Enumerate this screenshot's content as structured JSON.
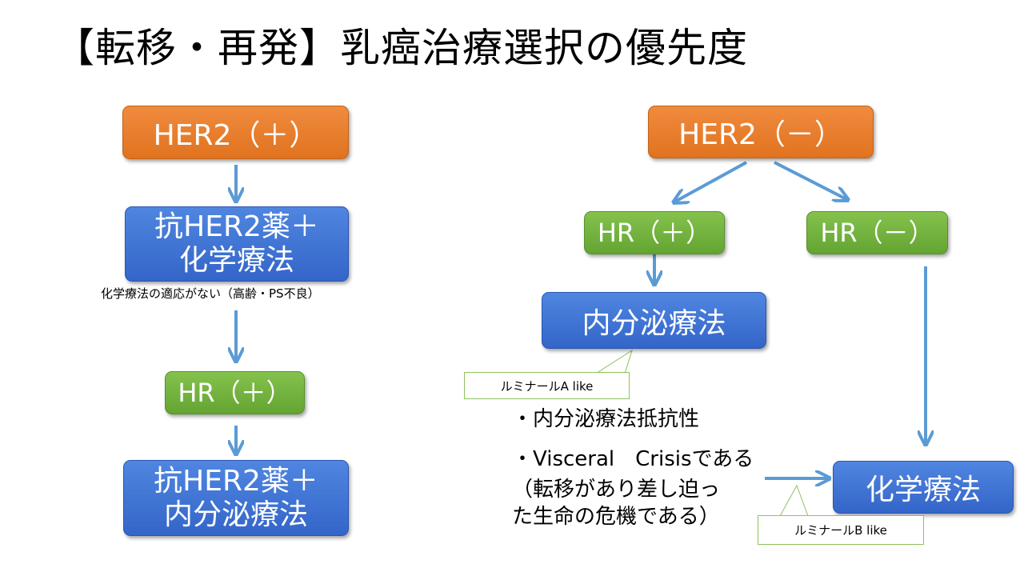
{
  "title": "【転移・再発】乳癌治療選択の優先度",
  "left": {
    "her2_pos": "HER2（＋）",
    "anti_her2_chemo": [
      "抗HER2薬＋",
      "化学療法"
    ],
    "chemo_note": "化学療法の適応がない（高齢・PS不良）",
    "hr_pos": "HR（＋）",
    "anti_her2_endocrine": [
      "抗HER2薬＋",
      "内分泌療法"
    ]
  },
  "right": {
    "her2_neg": "HER2（－）",
    "hr_pos": "HR（＋）",
    "hr_neg": "HR（－）",
    "endocrine": "内分泌療法",
    "luminal_a": "ルミナールA like",
    "conditions": [
      "・内分泌療法抵抗性",
      "・Visceral　Crisisである",
      "（転移があり差し迫っ",
      "た生命の危機である）"
    ],
    "chemo": "化学療法",
    "luminal_b": "ルミナールB like"
  },
  "colors": {
    "orange": "#ed7d31",
    "blue": "#4472c4",
    "green": "#70ad47",
    "arrow": "#5b9bd5"
  }
}
